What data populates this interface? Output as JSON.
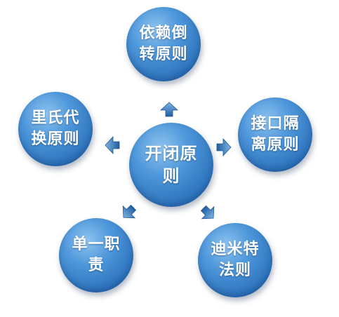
{
  "diagram": {
    "center": {
      "label": "开闭原\n则"
    },
    "nodes": [
      {
        "id": "top",
        "label": "依赖倒\n转原则"
      },
      {
        "id": "left",
        "label": "里氏代\n换原则"
      },
      {
        "id": "right",
        "label": "接口隔\n离原则"
      },
      {
        "id": "bottom-left",
        "label": "单一职\n责"
      },
      {
        "id": "bottom-right",
        "label": "迪米特\n法则"
      }
    ],
    "colors": {
      "bubble": "#2f78c2",
      "bubble_highlight": "#8ec3ef",
      "arrow": "#2c72bb",
      "text": "#ffffff"
    }
  }
}
